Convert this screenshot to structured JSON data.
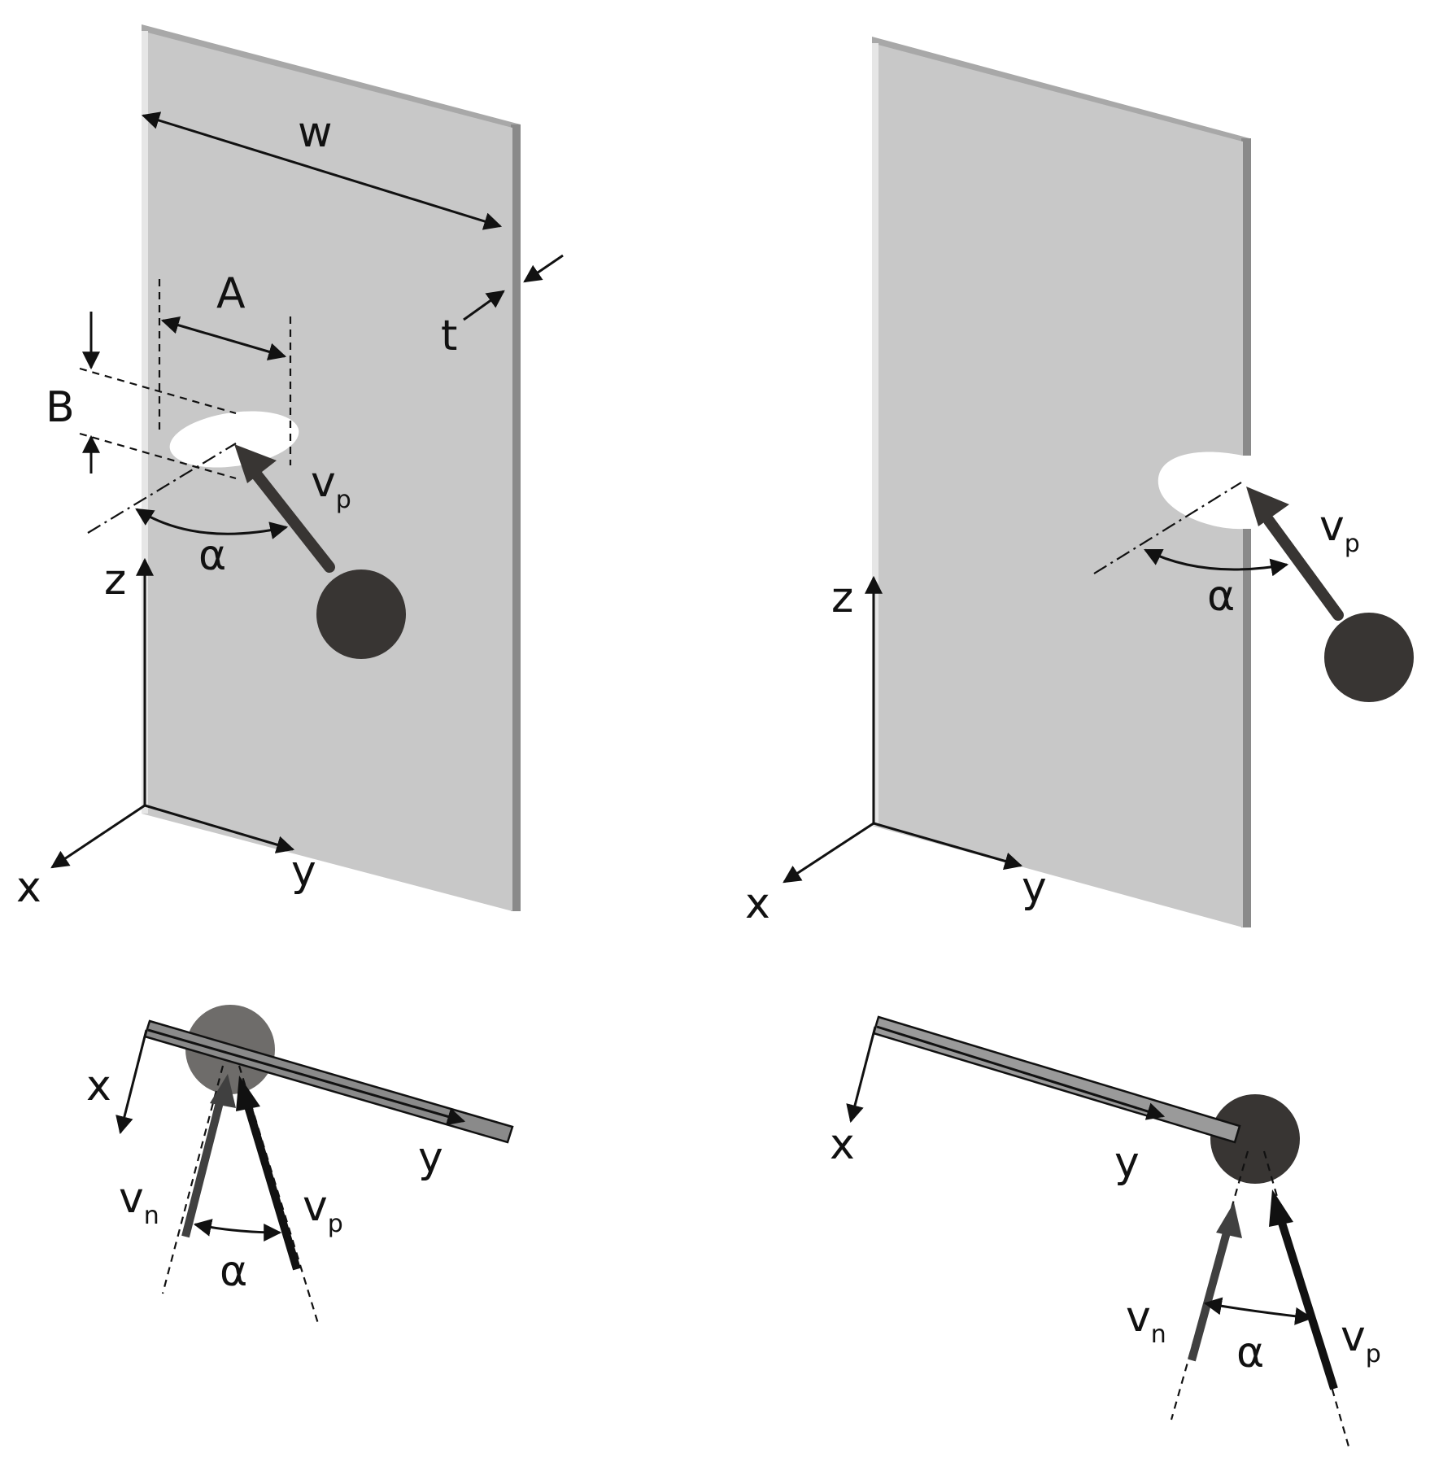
{
  "colors": {
    "plate_face": "#c8c8c8",
    "plate_edge": "#8a8a8a",
    "projectile": "#383533",
    "projectile_ghost": "#6e6c6a",
    "velocity_arrow": "#383533",
    "normal_arrow": "#404040",
    "line": "#111111"
  },
  "labels": {
    "w": "w",
    "t": "t",
    "A": "A",
    "B": "B",
    "alpha": "α",
    "v": "v",
    "sub_p": "p",
    "sub_n": "n",
    "x": "x",
    "y": "y",
    "z": "z"
  },
  "panels": [
    {
      "id": "iso-center-impact",
      "view": "isometric"
    },
    {
      "id": "iso-edge-impact",
      "view": "isometric"
    },
    {
      "id": "top-center-impact",
      "view": "top"
    },
    {
      "id": "top-edge-impact",
      "view": "top"
    }
  ]
}
